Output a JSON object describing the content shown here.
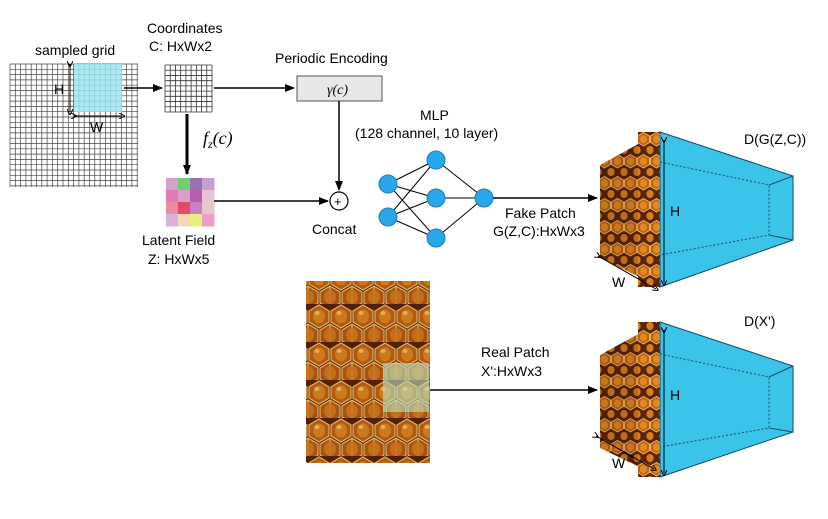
{
  "labels": {
    "sampled_grid": "sampled grid",
    "grid_h": "H",
    "grid_w": "W",
    "coordinates_title": "Coordinates",
    "coordinates_shape": "C: HxWx2",
    "periodic_encoding": "Periodic Encoding",
    "gamma": "γ(c)",
    "fz": "f",
    "fz_sub": "z",
    "fz_arg": "(c)",
    "latent_field_title": "Latent Field",
    "latent_field_shape": "Z: HxWx5",
    "concat": "Concat",
    "plus": "+",
    "mlp_title": "MLP",
    "mlp_desc": "(128 channel, 10 layer)",
    "fake_patch_title": "Fake Patch",
    "fake_patch_shape": "G(Z,C):HxWx3",
    "disc_fake": "D(G(Z,C))",
    "cube_h": "H",
    "cube_w": "W",
    "real_patch_title": "Real Patch",
    "real_patch_shape": "X':HxWx3",
    "disc_real": "D(X')"
  },
  "colors": {
    "highlight": "#9ee6ee",
    "node": "#2aa6ea",
    "discriminator": "#3bc4ea",
    "honey_dark": "#4a1d04",
    "honey_mid": "#b0520c",
    "honey_light": "#e8902a",
    "encoding_box": "#e8e8e8"
  }
}
